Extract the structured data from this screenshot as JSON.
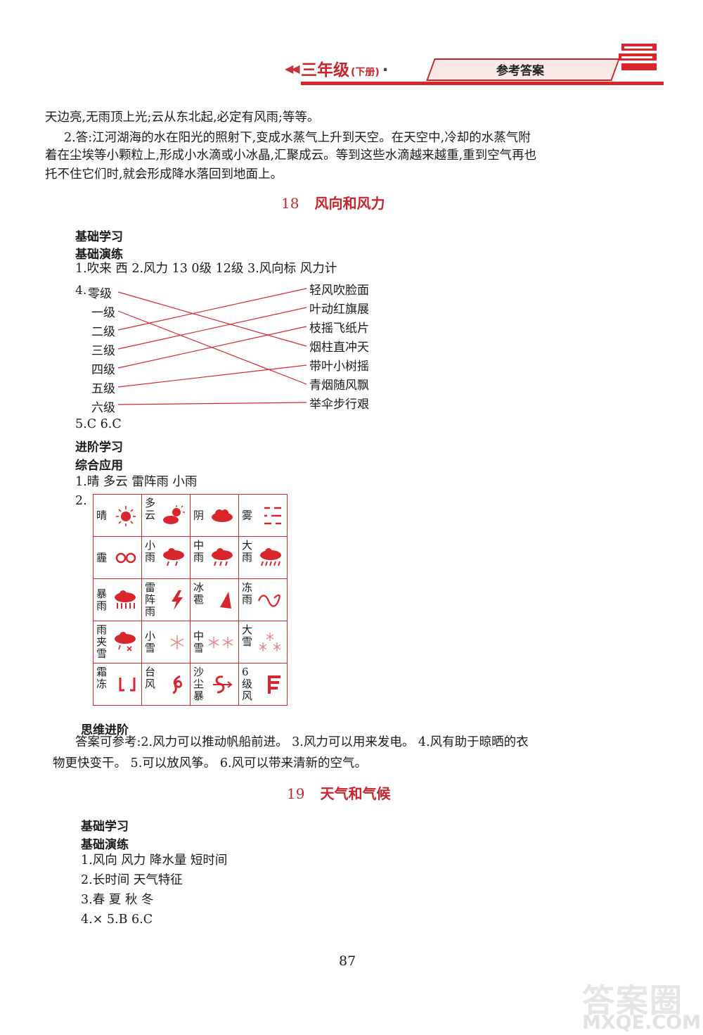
{
  "header": {
    "arrows": "◀◀",
    "grade": [
      "三",
      "年",
      "级"
    ],
    "volume": "(下册)",
    "dot": "·",
    "title": "参考答案",
    "colors": {
      "accent": "#d8262c"
    }
  },
  "intro": {
    "line1": "天边亮,无雨顶上光;云从东北起,必定有风雨;等等。",
    "line2": "2.答:江河湖海的水在阳光的照射下,变成水蒸气上升到天空。在天空中,冷却的水蒸气附",
    "line3": "着在尘埃等小颗粒上,形成小水滴或小冰晶,汇聚成云。等到这些水滴越来越重,重到空气再也",
    "line4": "托不住它们时,就会形成降水落回到地面上。"
  },
  "section18": {
    "number": "18",
    "title": "风向和风力",
    "basic_title": "基础学习",
    "drill_title": "基础演练",
    "q1": "1.吹来  西  2.风力  13  0级  12级  3.风向标  风力计",
    "q4_prefix": "4.",
    "levels": [
      "零级",
      "一级",
      "二级",
      "三级",
      "四级",
      "五级",
      "六级"
    ],
    "phrases": [
      "轻风吹脸面",
      "叶动红旗展",
      "枝摇飞纸片",
      "烟柱直冲天",
      "带叶小树摇",
      "青烟随风飘",
      "举伞步行艰"
    ],
    "q5": "5.C  6.C",
    "advanced_title": "进阶学习",
    "apply_title": "综合应用",
    "apply_q1": "1.晴  多云  雷阵雨  小雨",
    "apply_q2_prefix": "2.",
    "weather_rows": [
      [
        {
          "name": "晴",
          "icon": "sun-icon"
        },
        {
          "name": "多云",
          "icon": "partly-cloudy-icon"
        },
        {
          "name": "阴",
          "icon": "overcast-icon"
        },
        {
          "name": "雾",
          "icon": "fog-icon"
        }
      ],
      [
        {
          "name": "霾",
          "icon": "haze-icon"
        },
        {
          "name": "小雨",
          "icon": "light-rain-icon"
        },
        {
          "name": "中雨",
          "icon": "moderate-rain-icon"
        },
        {
          "name": "大雨",
          "icon": "heavy-rain-icon"
        }
      ],
      [
        {
          "name": "暴雨",
          "icon": "rainstorm-icon"
        },
        {
          "name": "雷阵雨",
          "icon": "thunder-shower-icon"
        },
        {
          "name": "冰雹",
          "icon": "hail-icon"
        },
        {
          "name": "冻雨",
          "icon": "freezing-rain-icon"
        }
      ],
      [
        {
          "name": "雨夹雪",
          "icon": "sleet-icon"
        },
        {
          "name": "小雪",
          "icon": "light-snow-icon"
        },
        {
          "name": "中雪",
          "icon": "moderate-snow-icon"
        },
        {
          "name": "大雪",
          "icon": "heavy-snow-icon"
        }
      ],
      [
        {
          "name": "霜冻",
          "icon": "frost-icon"
        },
        {
          "name": "台风",
          "icon": "typhoon-icon"
        },
        {
          "name": "沙尘暴",
          "icon": "sandstorm-icon"
        },
        {
          "name": "6级风",
          "icon": "wind-level-6-icon"
        }
      ]
    ],
    "think_title": "思维进阶",
    "think_line1": "答案可参考:2.风力可以推动帆船前进。  3.风力可以用来发电。  4.风有助于晾晒的衣",
    "think_line2": "物更快变干。  5.可以放风筝。  6.风可以带来清新的空气。"
  },
  "section19": {
    "number": "19",
    "title": "天气和气候",
    "basic_title": "基础学习",
    "drill_title": "基础演练",
    "q1": "1.风向  风力  降水量  短时间",
    "q2": "2.长时间  天气特征",
    "q3": "3.春  夏  秋  冬",
    "q4": "4.×  5.B  6.C"
  },
  "page_number": "87",
  "watermark": {
    "line1": "答案圈",
    "line2": "MXQE.COM"
  }
}
